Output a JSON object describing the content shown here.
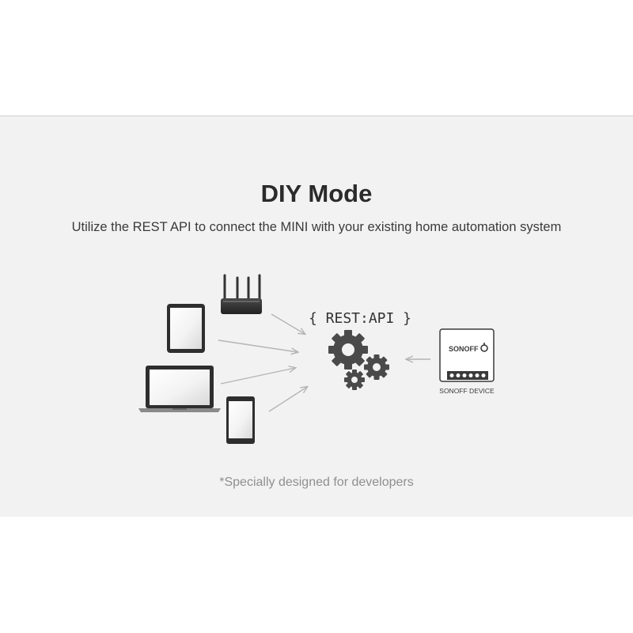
{
  "title": "DIY Mode",
  "subtitle": "Utilize the REST API to connect the MINI with your existing home automation system",
  "api_label": "{ REST:API }",
  "device": {
    "brand": "SONOFF",
    "caption": "SONOFF DEVICE"
  },
  "footnote": "*Specially designed for developers",
  "colors": {
    "panel": "#f2f2f2",
    "device_dark": "#3a3a3a",
    "gear": "#4a4a4a",
    "arrow": "#b5b5b5"
  },
  "icons": [
    "router-icon",
    "tablet-icon",
    "laptop-icon",
    "phone-icon",
    "gears-icon",
    "sonoff-device-icon"
  ]
}
